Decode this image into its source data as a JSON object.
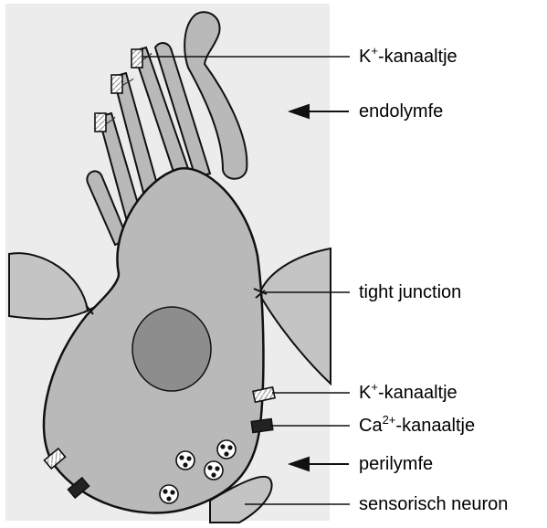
{
  "labels": {
    "k_channel_top": {
      "base": "K",
      "sup": "+",
      "rest": "-kanaaltje"
    },
    "endolymph": "endolymfe",
    "tight_junction": "tight junction",
    "k_channel_bottom": {
      "base": "K",
      "sup": "+",
      "rest": "-kanaaltje"
    },
    "ca_channel": {
      "base": "Ca",
      "sup": "2+",
      "rest": "-kanaaltje"
    },
    "perilymph": "perilymfe",
    "sensory_neuron": "sensorisch neuron"
  },
  "colors": {
    "cell_fill": "#b9b9b9",
    "nucleus_fill": "#8d8d8d",
    "background_texture": "#ececec",
    "support_fill": "#c4c4c4",
    "channel_dark": "#222222"
  }
}
